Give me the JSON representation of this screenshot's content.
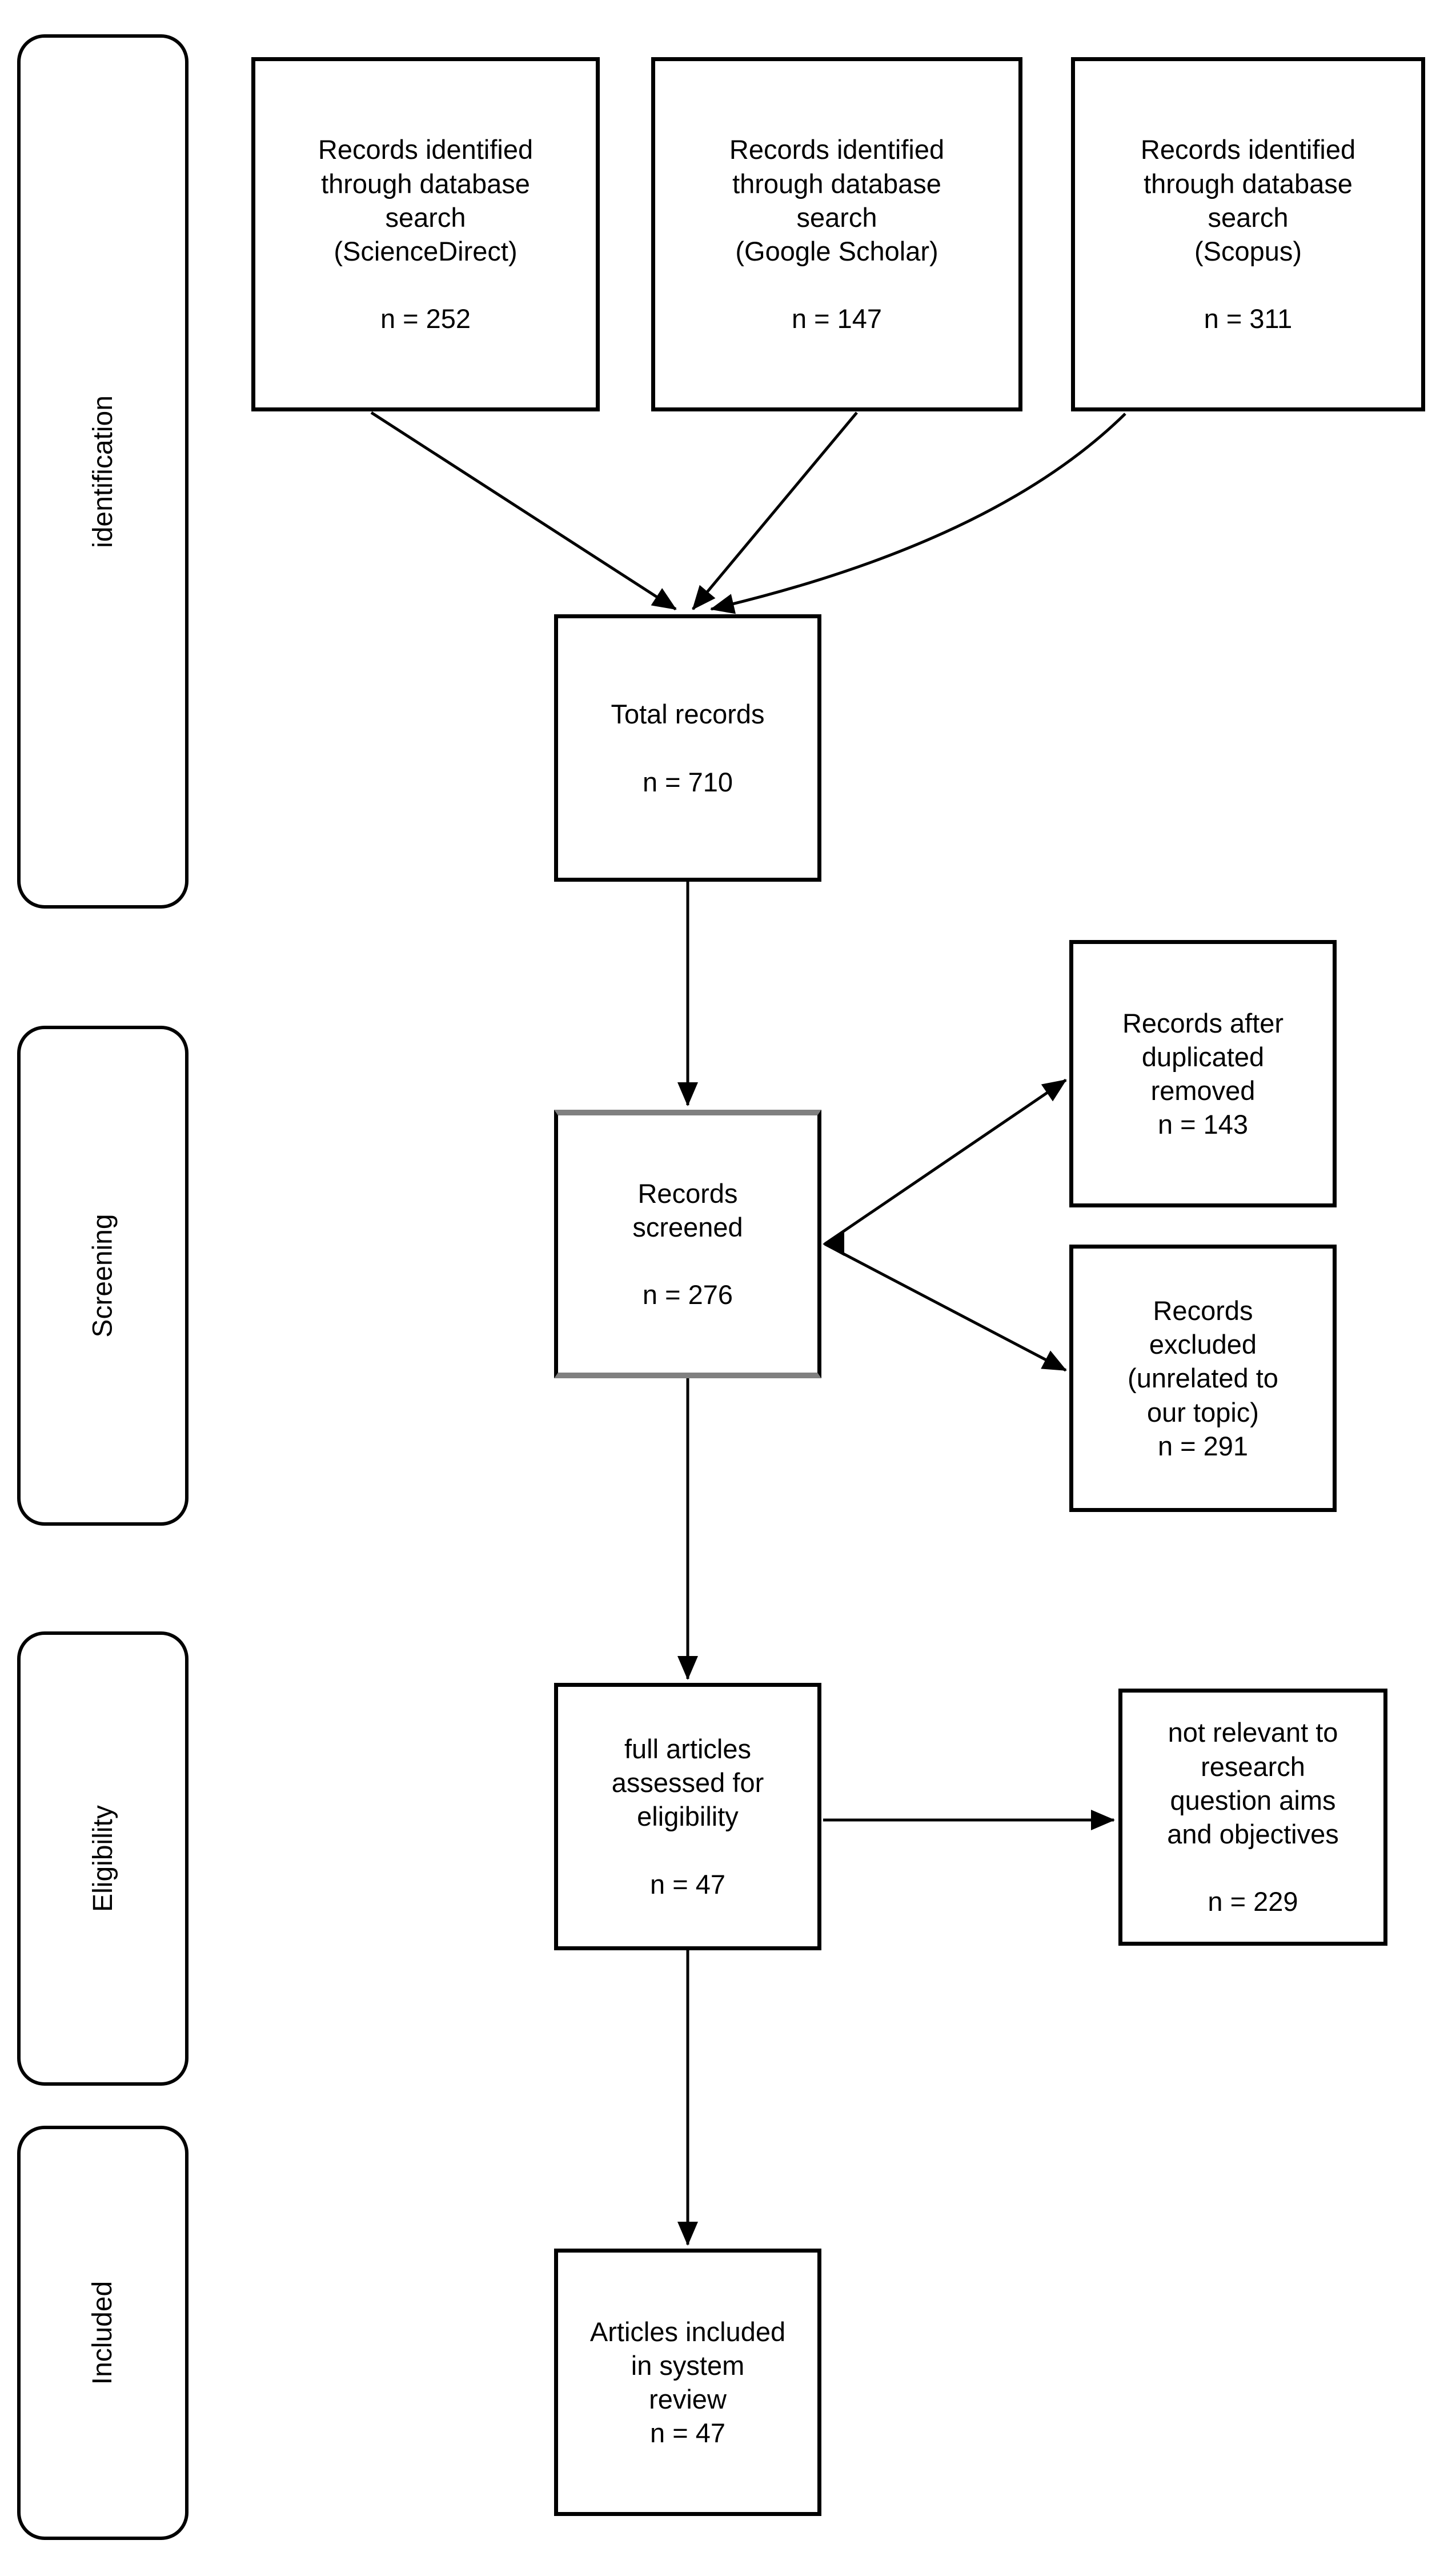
{
  "diagram_type": "prisma-flow",
  "stages": [
    {
      "label": "identification"
    },
    {
      "label": "Screening"
    },
    {
      "label": "Eligibility"
    },
    {
      "label": "Included"
    }
  ],
  "nodes": {
    "sciencedirect": {
      "text": "Records identified\nthrough database\nsearch\n(ScienceDirect)\n\nn = 252",
      "n": 252
    },
    "google_scholar": {
      "text": "Records identified\nthrough database\nsearch\n(Google Scholar)\n\nn = 147",
      "n": 147
    },
    "scopus": {
      "text": "Records identified\nthrough database\nsearch\n(Scopus)\n\nn = 311",
      "n": 311
    },
    "total_records": {
      "text": "Total records\n\nn = 710",
      "n": 710
    },
    "records_screened": {
      "text": "Records\nscreened\n\nn = 276",
      "n": 276
    },
    "duplicates_removed": {
      "text": "Records after\nduplicated\nremoved\nn = 143",
      "n": 143
    },
    "records_excluded": {
      "text": "Records\nexcluded\n(unrelated to\nour topic)\nn = 291",
      "n": 291
    },
    "full_articles": {
      "text": "full articles\nassessed for\neligibility\n\nn = 47",
      "n": 47
    },
    "not_relevant": {
      "text": "not relevant to\nresearch\nquestion aims\nand objectives\n\nn = 229",
      "n": 229
    },
    "articles_included": {
      "text": "Articles included\nin system\nreview\nn = 47",
      "n": 47
    }
  },
  "colors": {
    "background": "#ffffff",
    "box_border": "#000000",
    "arrow": "#000000",
    "text": "#000000",
    "screened_box_accent": "#808080"
  }
}
